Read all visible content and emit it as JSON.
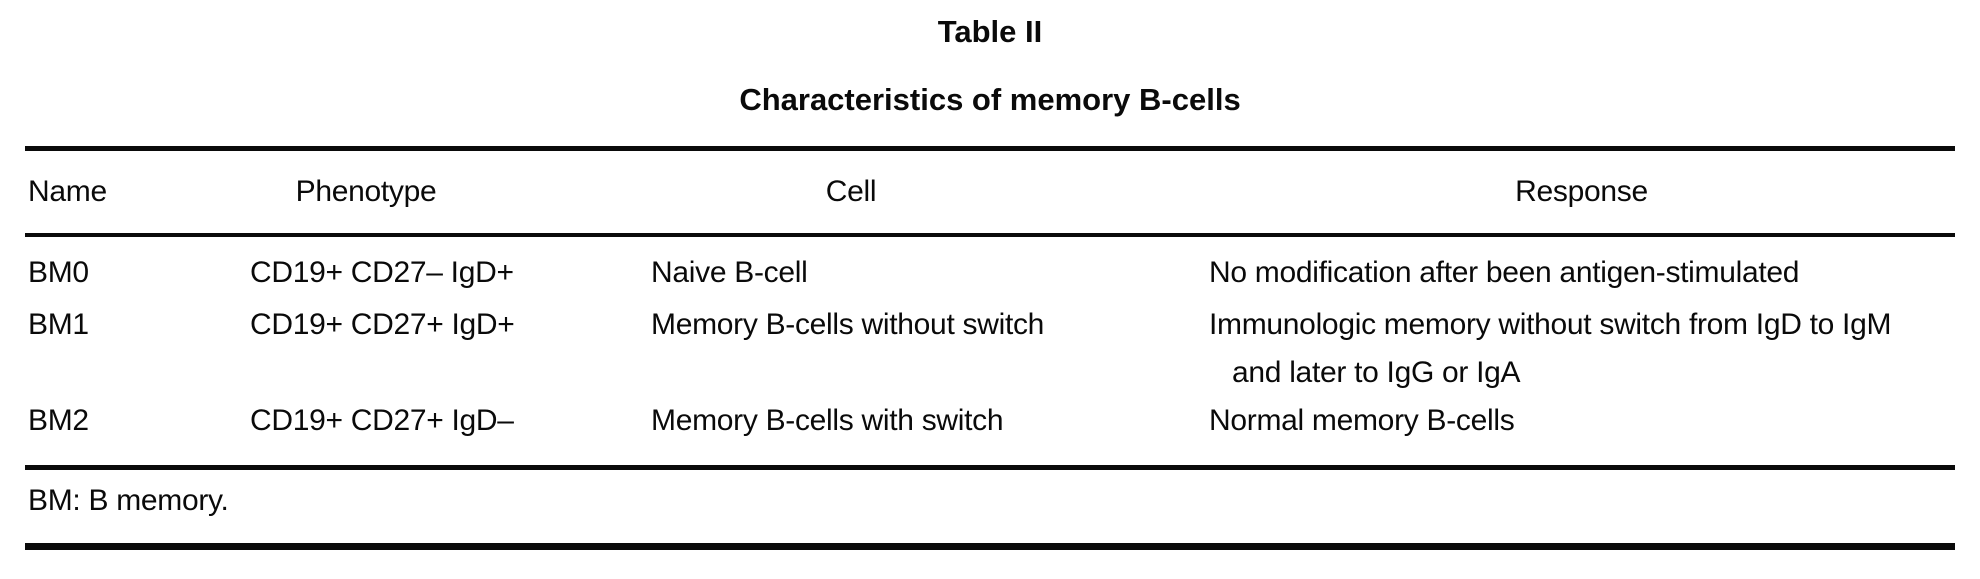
{
  "table": {
    "label": "Table II",
    "title": "Characteristics of memory B-cells",
    "columns": {
      "name": "Name",
      "phenotype": "Phenotype",
      "cell": "Cell",
      "response": "Response"
    },
    "rows": [
      {
        "name": "BM0",
        "phenotype": "CD19+ CD27– IgD+",
        "cell": "Naive B-cell",
        "response_line1": "No modification after been antigen-stimulated",
        "response_line2": ""
      },
      {
        "name": "BM1",
        "phenotype": "CD19+ CD27+ IgD+",
        "cell": "Memory B-cells without switch",
        "response_line1": "Immunologic memory without switch from IgD to IgM",
        "response_line2": "and later to IgG or IgA"
      },
      {
        "name": "BM2",
        "phenotype": "CD19+ CD27+ IgD–",
        "cell": "Memory B-cells with switch",
        "response_line1": "Normal memory B-cells",
        "response_line2": ""
      }
    ],
    "footnote": "BM: B memory."
  },
  "colors": {
    "text": "#0a0a0a",
    "background": "#ffffff",
    "rule": "#0a0a0a"
  }
}
